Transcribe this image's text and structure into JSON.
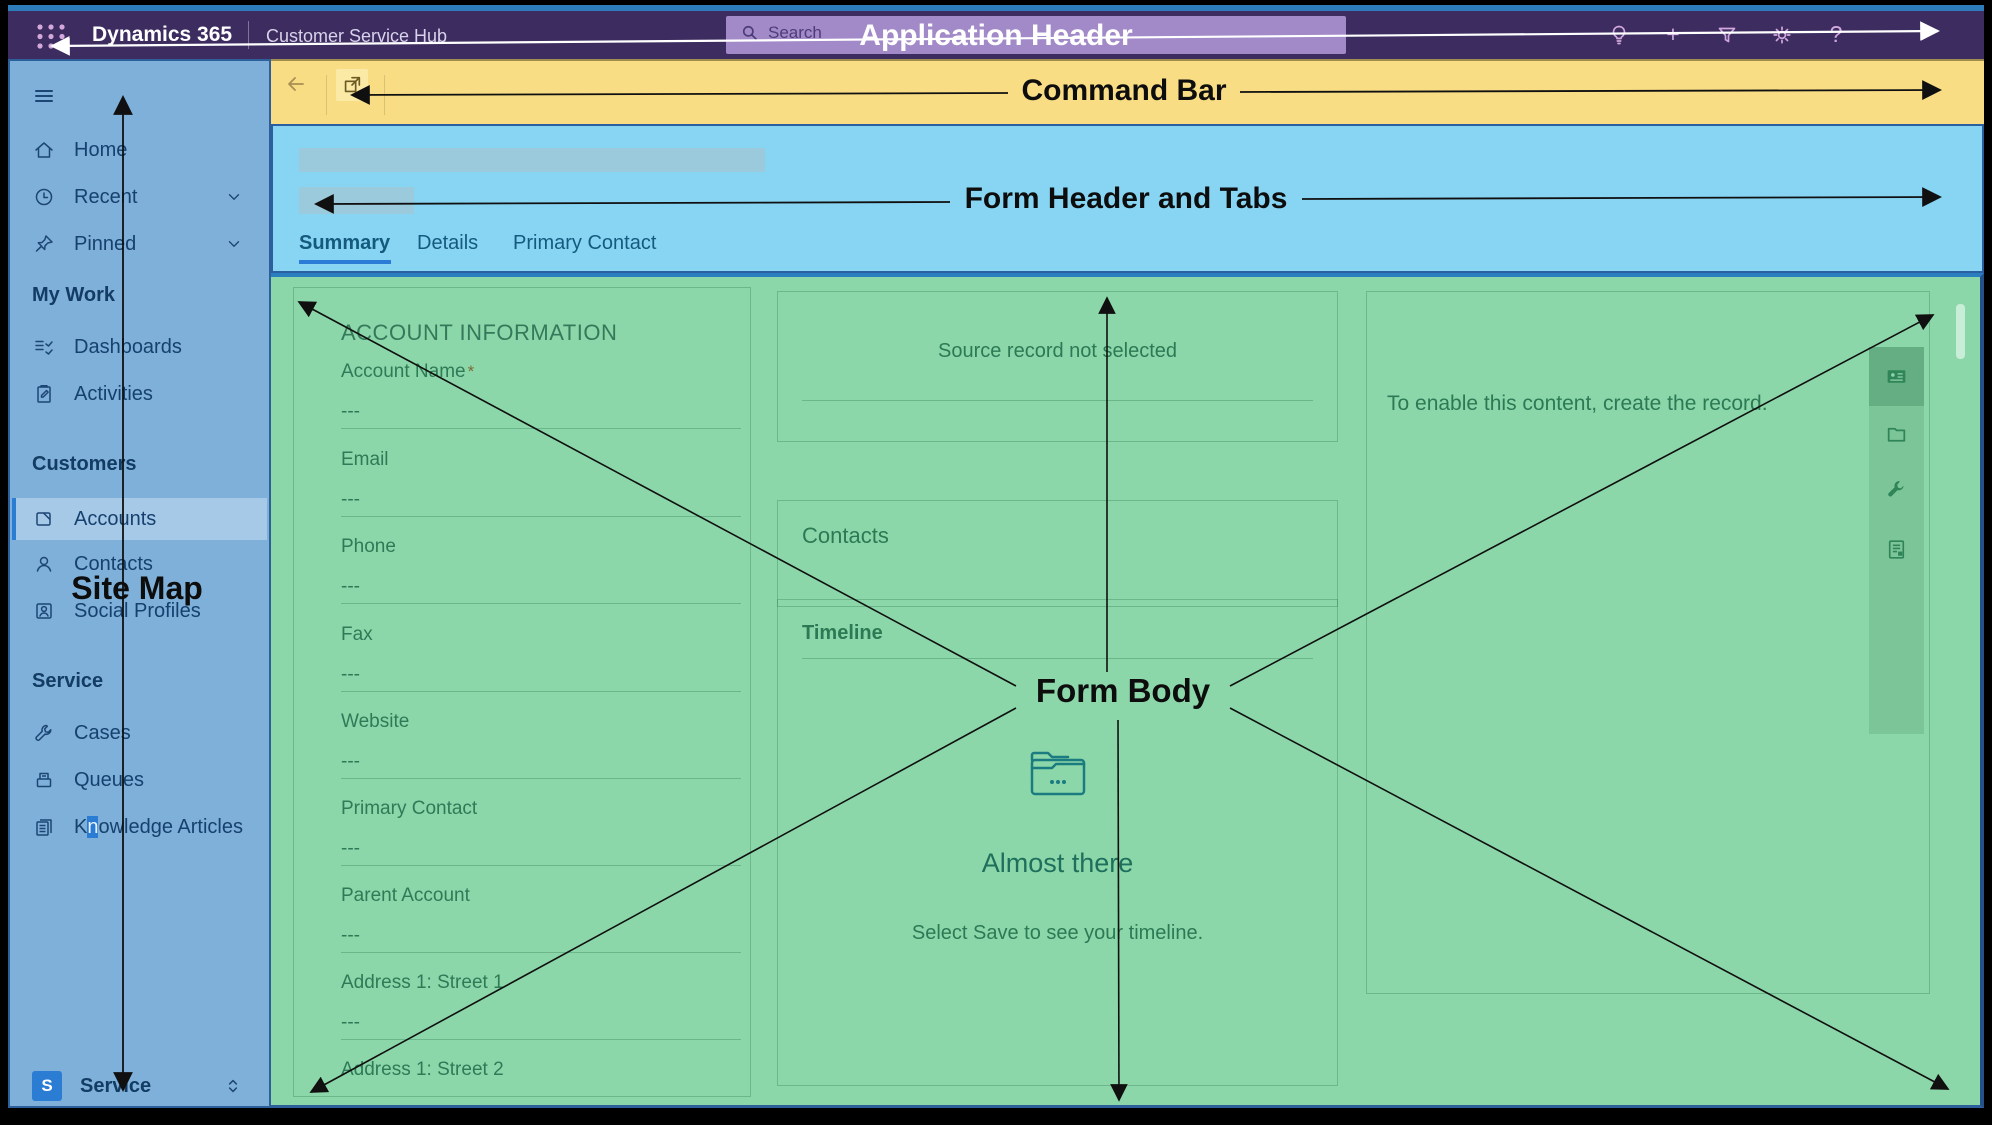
{
  "annotations": {
    "application_header": "Application Header",
    "command_bar": "Command Bar",
    "form_header_and_tabs": "Form Header and Tabs",
    "site_map": "Site Map",
    "form_body": "Form Body"
  },
  "app_header": {
    "brand": "Dynamics 365",
    "app_name": "Customer Service Hub",
    "search": {
      "placeholder": "Search",
      "icon": "search-icon"
    },
    "icons": [
      "lightbulb-icon",
      "add-icon",
      "filter-icon",
      "settings-icon",
      "help-icon"
    ],
    "add_glyph": "+",
    "help_glyph": "?"
  },
  "command_bar": {
    "icons": [
      "back-icon",
      "open-record-icon"
    ]
  },
  "form_header": {
    "tabs": [
      {
        "label": "Summary",
        "active": true
      },
      {
        "label": "Details",
        "active": false
      },
      {
        "label": "Primary Contact",
        "active": false
      }
    ]
  },
  "sidebar": {
    "nav": [
      {
        "icon": "home-icon",
        "label": "Home"
      },
      {
        "icon": "recent-icon",
        "label": "Recent",
        "chevron": true
      },
      {
        "icon": "pinned-icon",
        "label": "Pinned",
        "chevron": true
      }
    ],
    "sections": [
      {
        "title": "My Work",
        "items": [
          {
            "icon": "dashboards-icon",
            "label": "Dashboards"
          },
          {
            "icon": "activities-icon",
            "label": "Activities"
          }
        ]
      },
      {
        "title": "Customers",
        "items": [
          {
            "icon": "accounts-icon",
            "label": "Accounts",
            "selected": true
          },
          {
            "icon": "contacts-icon",
            "label": "Contacts"
          },
          {
            "icon": "social-profiles-icon",
            "label": "Social Profiles"
          }
        ]
      },
      {
        "title": "Service",
        "items": [
          {
            "icon": "cases-icon",
            "label": "Cases"
          },
          {
            "icon": "queues-icon",
            "label": "Queues"
          },
          {
            "icon": "knowledge-articles-icon",
            "label_pre": "K",
            "label_highlight": "n",
            "label_post": "owledge Articles"
          }
        ]
      }
    ],
    "footer": {
      "badge": "S",
      "label": "Service"
    }
  },
  "form_body": {
    "account_information": {
      "title": "ACCOUNT INFORMATION",
      "fields": [
        {
          "label": "Account Name",
          "required": "*",
          "value": "---"
        },
        {
          "label": "Email",
          "value": "---"
        },
        {
          "label": "Phone",
          "value": "---"
        },
        {
          "label": "Fax",
          "value": "---"
        },
        {
          "label": "Website",
          "value": "---"
        },
        {
          "label": "Primary Contact",
          "value": "---"
        },
        {
          "label": "Parent Account",
          "value": "---"
        },
        {
          "label": "Address 1: Street 1",
          "value": "---"
        },
        {
          "label": "Address 1: Street 2",
          "value": ""
        }
      ]
    },
    "source_card": {
      "message": "Source record not selected"
    },
    "contacts_card": {
      "title": "Contacts"
    },
    "timeline_card": {
      "title": "Timeline",
      "empty_icon": "timeline-folder-icon",
      "empty_title": "Almost there",
      "empty_message": "Select Save to see your timeline."
    },
    "related_card": {
      "message": "To enable this content, create the record."
    },
    "tool_rail": {
      "icons": [
        "contact-card-icon",
        "folder-icon",
        "wrench-icon",
        "notes-icon"
      ]
    }
  },
  "colors": {
    "app_header_bg": "#3c2c60",
    "annotation_label_purple": "#a78fc9",
    "command_bar_overlay": "#f8dd85",
    "form_header_overlay": "#87d5f3",
    "site_map_overlay": "#7fb0d9",
    "form_body_overlay": "#8cd7a9",
    "accent_blue": "#2b7cd6",
    "region_border_blue": "#2d5f9a"
  }
}
